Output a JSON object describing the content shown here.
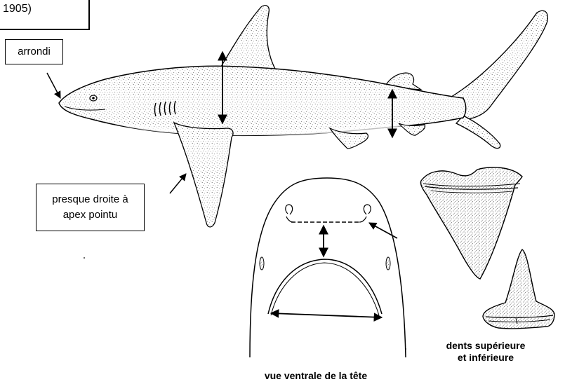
{
  "labels": {
    "top_box": "1905)",
    "rounded": "arrondi",
    "pectoral_line1": "presque droite à",
    "pectoral_line2": "apex pointu"
  },
  "captions": {
    "ventral": "vue ventrale de la tête",
    "teeth_line1": "dents supérieure",
    "teeth_line2": "et inférieure"
  },
  "colors": {
    "ink": "#000000",
    "paper": "#ffffff",
    "stipple": "#8a8a8a"
  }
}
